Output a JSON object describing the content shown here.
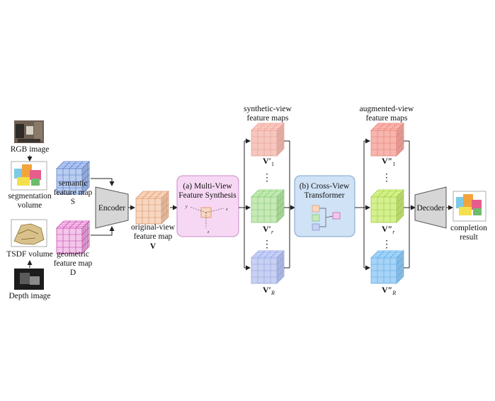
{
  "labels": {
    "rgb_image": "RGB image",
    "segmentation_volume_line1": "segmentation",
    "segmentation_volume_line2": "volume",
    "semantic_map_line1": "semantic",
    "semantic_map_line2": "feature map",
    "semantic_map_symbol": "S",
    "tsdf_volume": "TSDF volume",
    "geometric_map_line1": "geometric",
    "geometric_map_line2": "feature map",
    "geometric_map_symbol": "D",
    "depth_image": "Depth image",
    "encoder": "Encoder",
    "original_view_line1": "original-view",
    "original_view_line2": "feature map",
    "original_view_symbol": "V",
    "mvfs_line1": "(a) Multi-View",
    "mvfs_line2": "Feature Synthesis",
    "synthetic_line1": "synthetic-view",
    "synthetic_line2": "feature maps",
    "cvt_line1": "(b) Cross-View",
    "cvt_line2": "Transformer",
    "augmented_line1": "augmented-view",
    "augmented_line2": "feature maps",
    "decoder": "Decoder",
    "completion_line1": "completion",
    "completion_line2": "result",
    "dots": "⋮",
    "v_prime_1": "V′",
    "v_prime_1_sub": "1",
    "v_prime_r": "V′",
    "v_prime_r_sub": "r",
    "v_prime_R": "V′",
    "v_prime_R_sub": "R",
    "v_dprime_1": "V″",
    "v_dprime_1_sub": "1",
    "v_dprime_r": "V″",
    "v_dprime_r_sub": "r",
    "v_dprime_R": "V″",
    "v_dprime_R_sub": "R",
    "axis_x": "x",
    "axis_y": "y",
    "axis_z": "z"
  },
  "colors": {
    "semantic_cube": "#b9cdf0",
    "semantic_grid": "#4f73c7",
    "geometric_cube": "#f3c6ea",
    "geometric_grid": "#c43aa6",
    "original_cube": "#f8d7c1",
    "original_grid": "#d98e62",
    "synthetic_top": "#f5c7bf",
    "synthetic_mid": "#c7e9b8",
    "synthetic_bottom": "#c8d1f2",
    "augmented_top": "#f7b5ad",
    "augmented_mid": "#d5f090",
    "augmented_bottom": "#a7d4f7",
    "mvfs_box": "#f7d8f4",
    "mvfs_border": "#c98cc9",
    "cvt_box": "#cfe2f6",
    "cvt_border": "#7ea3c9",
    "coder": "#d6d6d6"
  }
}
